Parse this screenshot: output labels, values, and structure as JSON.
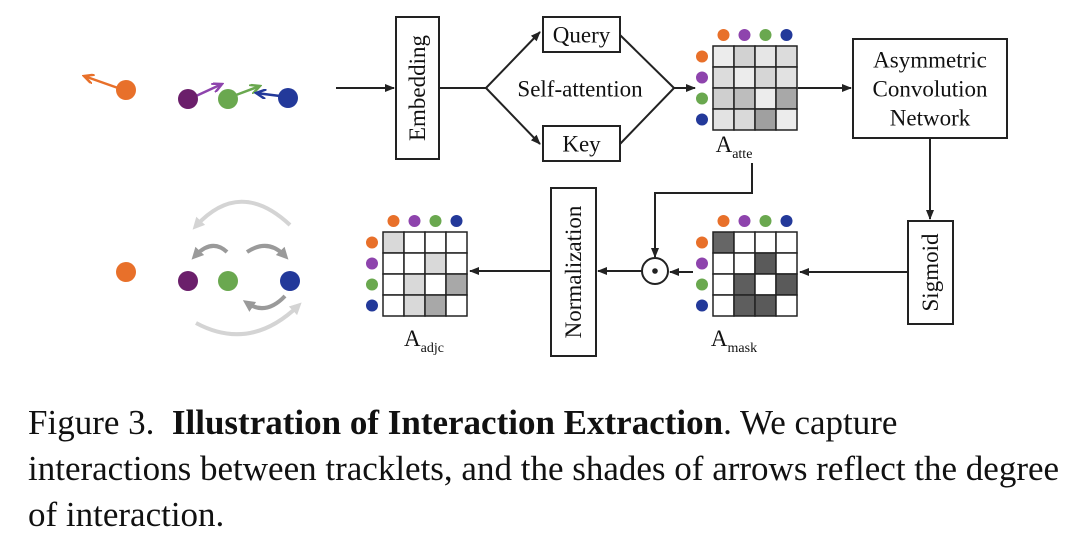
{
  "colors": {
    "orange": "#e8702a",
    "purple": "#6b1f6b",
    "green": "#6aa84f",
    "blue": "#23399a",
    "purple_light": "#8e44ad",
    "gray_arrow": "#9a9a9a",
    "gray_arrow_light": "#d4d4d4",
    "stroke": "#222222"
  },
  "blocks": {
    "embedding": "Embedding",
    "query": "Query",
    "key": "Key",
    "self_attention": "Self-attention",
    "acn_line1": "Asymmetric",
    "acn_line2": "Convolution",
    "acn_line3": "Network",
    "sigmoid": "Sigmoid",
    "normalization": "Normalization",
    "hadamard": "⊙"
  },
  "matrices": {
    "atte": {
      "label_main": "A",
      "label_sub": "atte",
      "cells": [
        [
          "#ececec",
          "#d2d2d2",
          "#e6e6e6",
          "#dcdcdc"
        ],
        [
          "#dcdcdc",
          "#ececec",
          "#d6d6d6",
          "#e2e2e2"
        ],
        [
          "#cfcfcf",
          "#bdbdbd",
          "#ececec",
          "#a8a8a8"
        ],
        [
          "#e3e3e3",
          "#d9d9d9",
          "#a0a0a0",
          "#ececec"
        ]
      ]
    },
    "mask": {
      "label_main": "A",
      "label_sub": "mask",
      "cells": [
        [
          "#666666",
          "#ffffff",
          "#ffffff",
          "#ffffff"
        ],
        [
          "#ffffff",
          "#ffffff",
          "#5a5a5a",
          "#ffffff"
        ],
        [
          "#ffffff",
          "#5e5e5e",
          "#ffffff",
          "#5a5a5a"
        ],
        [
          "#ffffff",
          "#5e5e5e",
          "#5a5a5a",
          "#ffffff"
        ]
      ]
    },
    "adjc": {
      "label_main": "A",
      "label_sub": "adjc",
      "cells": [
        [
          "#d9d9d9",
          "#ffffff",
          "#ffffff",
          "#ffffff"
        ],
        [
          "#ffffff",
          "#ffffff",
          "#d9d9d9",
          "#ffffff"
        ],
        [
          "#ffffff",
          "#d9d9d9",
          "#ffffff",
          "#a8a8a8"
        ],
        [
          "#ffffff",
          "#d9d9d9",
          "#a8a8a8",
          "#ffffff"
        ]
      ]
    }
  },
  "caption": {
    "prefix": "Figure 3.",
    "bold": "Illustration of Interaction Extraction",
    "rest": ".  We capture interactions between tracklets, and the shades of arrows reflect the degree of interaction."
  }
}
